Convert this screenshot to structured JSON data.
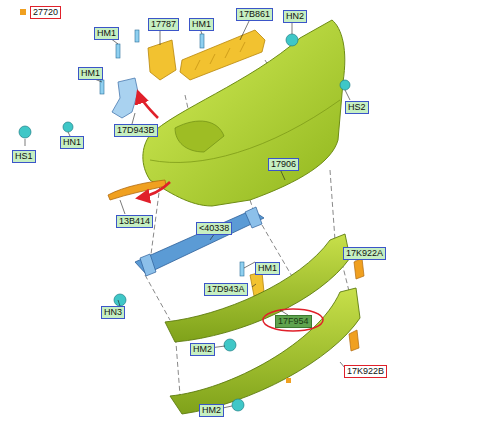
{
  "diagram": {
    "labels": [
      "27720",
      "17787",
      "HM1",
      "17B861",
      "HN2",
      "HM1",
      "HM1",
      "HS2",
      "HS1",
      "HN1",
      "17D943B",
      "17906",
      "13B414",
      "<40338",
      "HM1",
      "17K922A",
      "HN3",
      "17D943A",
      "17F954",
      "HM2",
      "17K922B",
      "HM2"
    ]
  }
}
